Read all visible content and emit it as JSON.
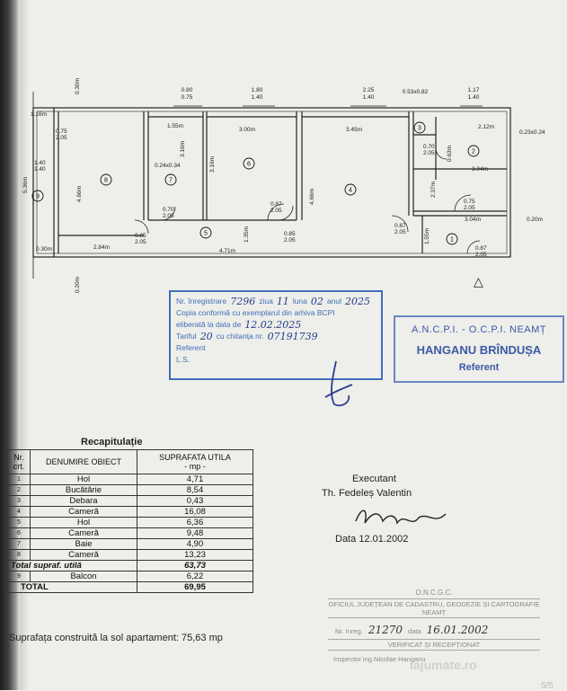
{
  "plan": {
    "top_dims": [
      {
        "a": "0.80",
        "b": "0.75"
      },
      {
        "a": "1.80",
        "b": "1.40"
      },
      {
        "a": "2.25",
        "b": "1.40"
      },
      {
        "a": "0.53x0.82",
        "b": ""
      },
      {
        "a": "1.17",
        "b": "1.40"
      }
    ],
    "dims": {
      "top_left_v": "0.30m",
      "wall_116": "1.16m",
      "d_155a": "1.55m",
      "d_300": "3.00m",
      "d_345": "3.45m",
      "d_212": "2.12m",
      "d_023": "0.23x0.24",
      "d_075a": "0.75",
      "d_205a": "2.05",
      "d_316a": "3.16m",
      "d_316b": "3.16m",
      "d_034": "0.24x0.34",
      "d_140": "1.40",
      "d_140b": "1.40",
      "d_536": "5.36m",
      "d_466a": "4.66m",
      "d_466b": "4.66m",
      "d_070": "0.70",
      "d_205b": "2.05",
      "d_087a": "0.87",
      "d_205c": "2.05",
      "d_070b": "0.70",
      "d_205d": "2.05",
      "d_063": "0.63m",
      "d_304a": "3.04m",
      "d_237": "2.37m",
      "d_075b": "0.75",
      "d_205e": "2.05",
      "d_304b": "3.04m",
      "d_020": "0.20m",
      "d_087b": "0.87",
      "d_205f": "2.05",
      "d_155b": "1.55m",
      "d_085": "0.85",
      "d_205g": "2.05",
      "d_135": "1.35m",
      "d_085b": "0.85",
      "d_205h": "2.05",
      "d_087c": "0.87",
      "d_205i": "2.05",
      "d_030": "0.30m",
      "d_284": "2.84m",
      "d_471": "4.71m",
      "d_020b": "0.20m"
    },
    "rooms": [
      "1",
      "2",
      "3",
      "4",
      "5",
      "6",
      "7",
      "8",
      "9"
    ]
  },
  "copy_stamp": {
    "nr_label": "Nr. înregistrare",
    "nr_value": "7296",
    "ziua_label": "ziua",
    "ziua_value": "11",
    "luna_label": "luna",
    "luna_value": "02",
    "anul_label": "anul",
    "anul_value": "2025",
    "copy_text": "Copia conformă cu exemplarul din arhiva BCPI",
    "eliberata_label": "eliberată la data de",
    "eliberata_value": "12.02.2025",
    "tarif_label": "Tariful",
    "tarif_value": "20",
    "chitanta_label": "cu chitanța nr.",
    "chitanta_value": "07191739",
    "referent_label": "Referent",
    "ls_label": "L.S."
  },
  "ancpi": {
    "line1": "A.N.C.P.I. - O.C.P.I. NEAMȚ",
    "name": "HANGANU BRÎNDUȘA",
    "role": "Referent"
  },
  "recap": {
    "title": "Recapitulație",
    "headers": {
      "nr": "Nr. crt.",
      "denumire": "DENUMIRE OBIECT",
      "suprafata": "SUPRAFATA UTILA",
      "unit": "- mp -"
    },
    "rows": [
      {
        "nr": "1",
        "name": "Hol",
        "val": "4,71"
      },
      {
        "nr": "2",
        "name": "Bucătărie",
        "val": "8,54"
      },
      {
        "nr": "3",
        "name": "Debara",
        "val": "0,43"
      },
      {
        "nr": "4",
        "name": "Cameră",
        "val": "16,08"
      },
      {
        "nr": "5",
        "name": "Hol",
        "val": "6,36"
      },
      {
        "nr": "6",
        "name": "Cameră",
        "val": "9,48"
      },
      {
        "nr": "7",
        "name": "Baie",
        "val": "4,90"
      },
      {
        "nr": "8",
        "name": "Cameră",
        "val": "13,23"
      }
    ],
    "total_utila_label": "Total supraf. utilă",
    "total_utila_value": "63,73",
    "balcon_nr": "9",
    "balcon_label": "Balcon",
    "balcon_value": "6,22",
    "total_label": "TOTAL",
    "total_value": "69,95",
    "construita": "Suprafața construită la sol apartament: 75,63 mp"
  },
  "executant": {
    "label": "Executant",
    "name": "Th. Fedeleș Valentin",
    "data_label": "Data",
    "data_value": "12.01.2002"
  },
  "ocpi_stamp": {
    "line1": "O.N.C.G.C.",
    "line2": "OFICIUL JUDEȚEAN DE CADASTRU, GEODEZIE ȘI CARTOGRAFIE NEAMȚ",
    "inreg_label": "Nr. Inreg.",
    "inreg_value": "21270",
    "data_label": "data",
    "data_value": "16.01.2002",
    "line4": "VERIFICAT ȘI RECEPȚIONAT",
    "inspector": "Inspector ing.Nicolae Hanganu"
  },
  "watermark": "lajumate.ro",
  "page_number": "5/5"
}
